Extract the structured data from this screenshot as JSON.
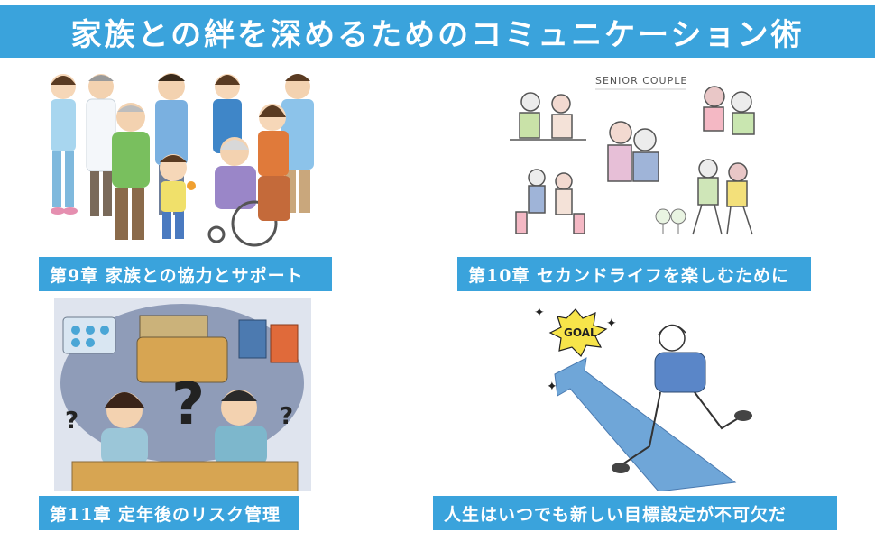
{
  "title": "家族との絆を深めるためのコミュニケーション術",
  "panels": [
    {
      "caption": "第9章 家族との協力とサポート"
    },
    {
      "caption": "第10章 セカンドライフを楽しむために",
      "illustration_text": "SENIOR COUPLE"
    },
    {
      "caption": "第11章 定年後のリスク管理"
    },
    {
      "caption": "人生はいつでも新しい目標設定が不可欠だ",
      "illustration_text": "GOAL"
    }
  ],
  "colors": {
    "accent": "#3aa3dc",
    "text_on_accent": "#ffffff"
  }
}
